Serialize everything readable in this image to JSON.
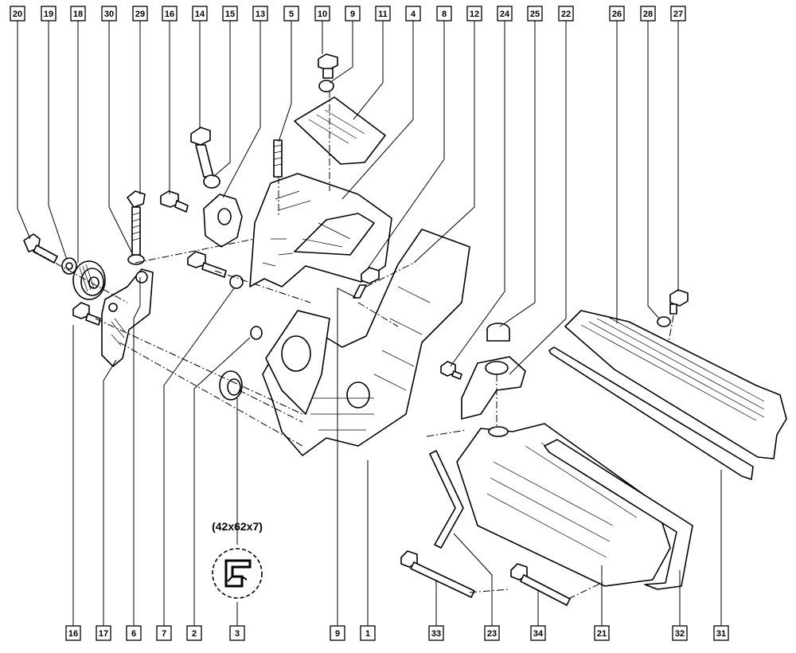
{
  "callouts_top": [
    "20",
    "19",
    "18",
    "30",
    "29",
    "16",
    "14",
    "15",
    "13",
    "5",
    "10",
    "9",
    "11",
    "4",
    "8",
    "12",
    "24",
    "25",
    "22",
    "26",
    "28",
    "27"
  ],
  "callouts_bottom": [
    "16",
    "17",
    "6",
    "7",
    "2",
    "3",
    "9",
    "1",
    "33",
    "23",
    "34",
    "21",
    "32",
    "31"
  ],
  "seal_dimension": "(42x62x7)"
}
